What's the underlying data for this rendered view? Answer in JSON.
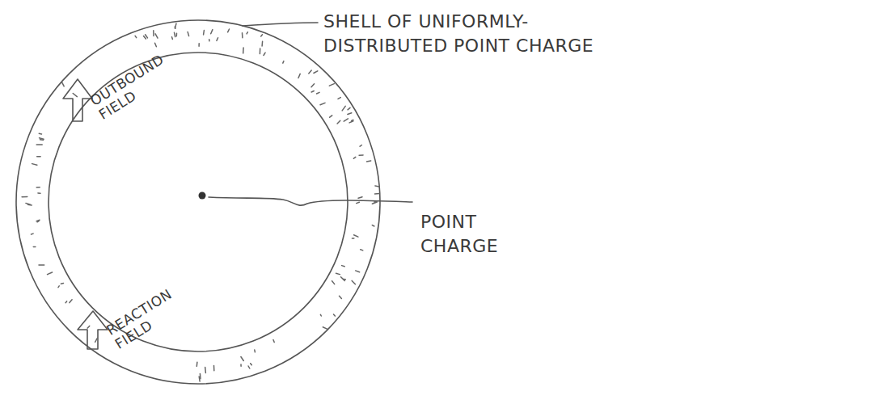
{
  "diagram": {
    "labels": [
      "SHELL OF UNIFORMLY-DISTRIBUTED POINT CHARGE",
      "OUTBOUND FIELD",
      "REACTION FIELD",
      "POINT CHARGE"
    ]
  }
}
